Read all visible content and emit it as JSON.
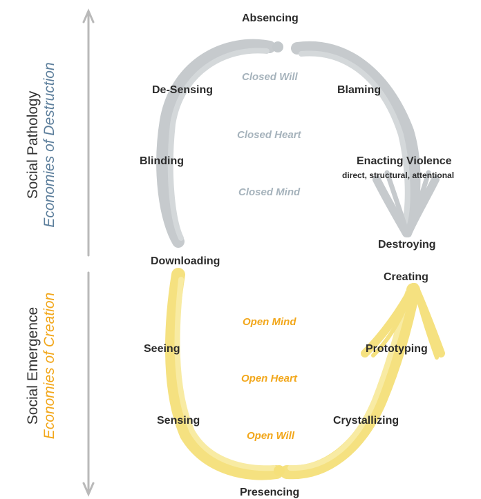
{
  "colors": {
    "grey_loop": "#c3c8cb",
    "yellow_loop": "#f5e07a",
    "axis_arrow": "#b9b9b9",
    "closed_text": "#a6b3bc",
    "open_text": "#f2a71b",
    "destruction_text": "#5d7f9c",
    "creation_text": "#f2a71b"
  },
  "side_labels": {
    "pathology_main": "Social Pathology",
    "pathology_econ": "Economies of Destruction",
    "emergence_main": "Social Emergence",
    "emergence_econ": "Economies of Creation"
  },
  "top_loop": {
    "absencing": "Absencing",
    "de_sensing": "De-Sensing",
    "blaming": "Blaming",
    "blinding": "Blinding",
    "enacting_violence": "Enacting Violence",
    "violence_types": "direct, structural, attentional",
    "destroying": "Destroying",
    "closed_will": "Closed Will",
    "closed_heart": "Closed Heart",
    "closed_mind": "Closed Mind"
  },
  "bottom_loop": {
    "downloading": "Downloading",
    "creating": "Creating",
    "seeing": "Seeing",
    "prototyping": "Prototyping",
    "sensing": "Sensing",
    "crystallizing": "Crystallizing",
    "presencing": "Presencing",
    "open_mind": "Open Mind",
    "open_heart": "Open Heart",
    "open_will": "Open Will"
  }
}
